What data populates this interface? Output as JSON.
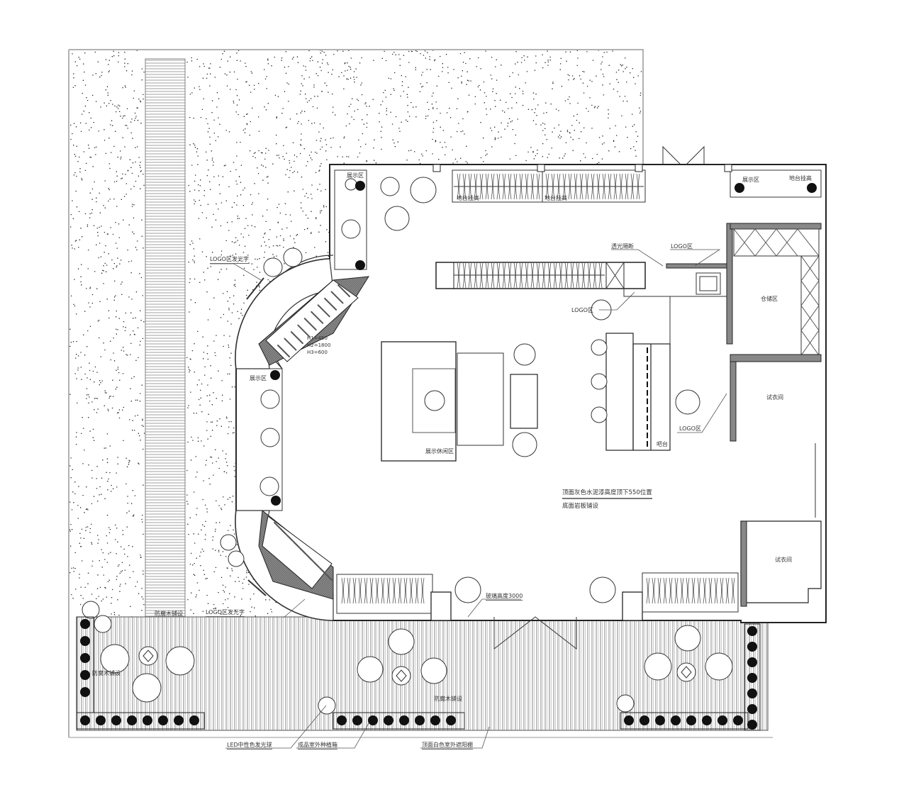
{
  "plan": {
    "labels": {
      "display_area_top_left": "展示区",
      "platform_hang_1": "地台挂高",
      "platform_hang_2": "地台挂高",
      "display_area_top_right": "展示区",
      "platform_hang_3": "地台挂高",
      "translucent_partition": "透光隔断",
      "logo_area_partition": "LOGO区",
      "storage_area": "仓储区",
      "logo_area_center": "LOGO区",
      "logo_glow_text_top": "LOGO区发光字",
      "heights": [
        "H1=450",
        "H2=1800",
        "H3=600"
      ],
      "display_area_left": "展示区",
      "display_lounge_area": "展示休闲区",
      "bar_counter": "吧台",
      "fitting_room_1": "试衣间",
      "fitting_room_2": "试衣间",
      "logo_area_right": "LOGO区",
      "ceiling_note": "顶面灰色水泥漆高度顶下550位置",
      "floor_note": "底面岩板铺设",
      "glass_height": "玻璃高度3000",
      "anticorrosive_wood_1": "防腐木铺设",
      "logo_glow_text_bottom": "LOGO区发光字",
      "anticorrosive_wood_2": "防腐木铺设",
      "anticorrosive_wood_3": "防腐木铺设",
      "led_ball": "LED中性色发光球",
      "planter_box": "成品室外种植箱",
      "awning": "顶面白色室外遮阳棚"
    }
  }
}
